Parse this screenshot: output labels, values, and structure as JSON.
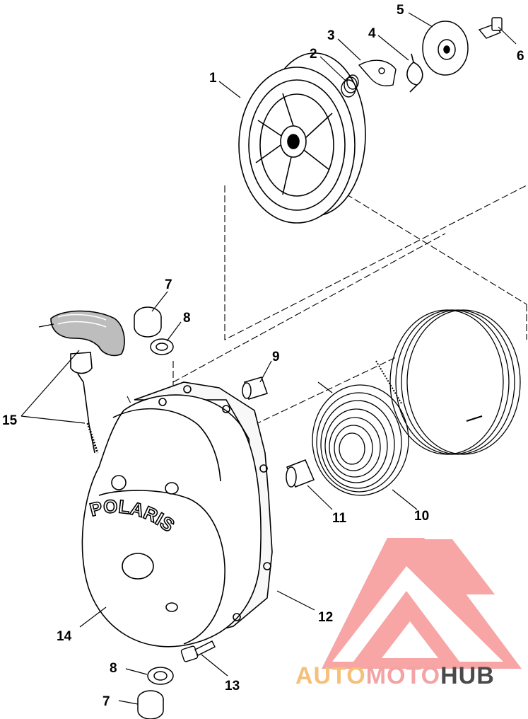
{
  "diagram": {
    "part_labels": [
      "1",
      "2",
      "3",
      "4",
      "5",
      "6",
      "7",
      "8",
      "9",
      "10",
      "11",
      "12",
      "13",
      "14",
      "15",
      "8",
      "7"
    ],
    "cover_brand": "POLARIS"
  },
  "watermark": {
    "word_part1": "AUTO",
    "word_part2": "MOTO",
    "word_part3": "HUB",
    "color_light": "#f5c07a",
    "color_pink": "#f3a3a3",
    "color_dark": "#4a4a4a",
    "logo_color": "#f26b6b"
  }
}
